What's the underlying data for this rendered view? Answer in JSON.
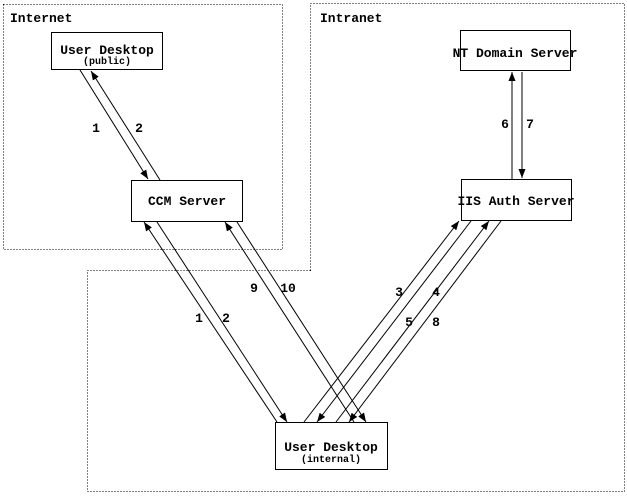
{
  "diagram": {
    "background_color": "#ffffff",
    "line_color": "#000000",
    "zones": [
      {
        "id": "internet",
        "label": "Internet"
      },
      {
        "id": "intranet",
        "label": "Intranet"
      }
    ],
    "nodes": [
      {
        "id": "user-desktop-public",
        "label": "User Desktop",
        "sublabel": "(public)",
        "zone": "internet"
      },
      {
        "id": "ccm-server",
        "label": "CCM Server",
        "zone": "internet"
      },
      {
        "id": "nt-domain-server",
        "label": "NT Domain Server",
        "zone": "intranet"
      },
      {
        "id": "iis-auth-server",
        "label": "IIS Auth Server",
        "zone": "intranet"
      },
      {
        "id": "user-desktop-internal",
        "label": "User Desktop",
        "sublabel": "(internal)",
        "zone": "internal"
      }
    ],
    "edges": [
      {
        "label": "1",
        "from": "user-desktop-public",
        "to": "ccm-server"
      },
      {
        "label": "2",
        "from": "ccm-server",
        "to": "user-desktop-public"
      },
      {
        "label": "1",
        "from": "user-desktop-internal",
        "to": "ccm-server"
      },
      {
        "label": "2",
        "from": "ccm-server",
        "to": "user-desktop-internal"
      },
      {
        "label": "9",
        "from": "user-desktop-internal",
        "to": "ccm-server"
      },
      {
        "label": "10",
        "from": "ccm-server",
        "to": "user-desktop-internal"
      },
      {
        "label": "3",
        "from": "user-desktop-internal",
        "to": "iis-auth-server"
      },
      {
        "label": "4",
        "from": "iis-auth-server",
        "to": "user-desktop-internal"
      },
      {
        "label": "5",
        "from": "user-desktop-internal",
        "to": "iis-auth-server"
      },
      {
        "label": "8",
        "from": "iis-auth-server",
        "to": "user-desktop-internal"
      },
      {
        "label": "6",
        "from": "iis-auth-server",
        "to": "nt-domain-server"
      },
      {
        "label": "7",
        "from": "nt-domain-server",
        "to": "iis-auth-server"
      }
    ]
  }
}
